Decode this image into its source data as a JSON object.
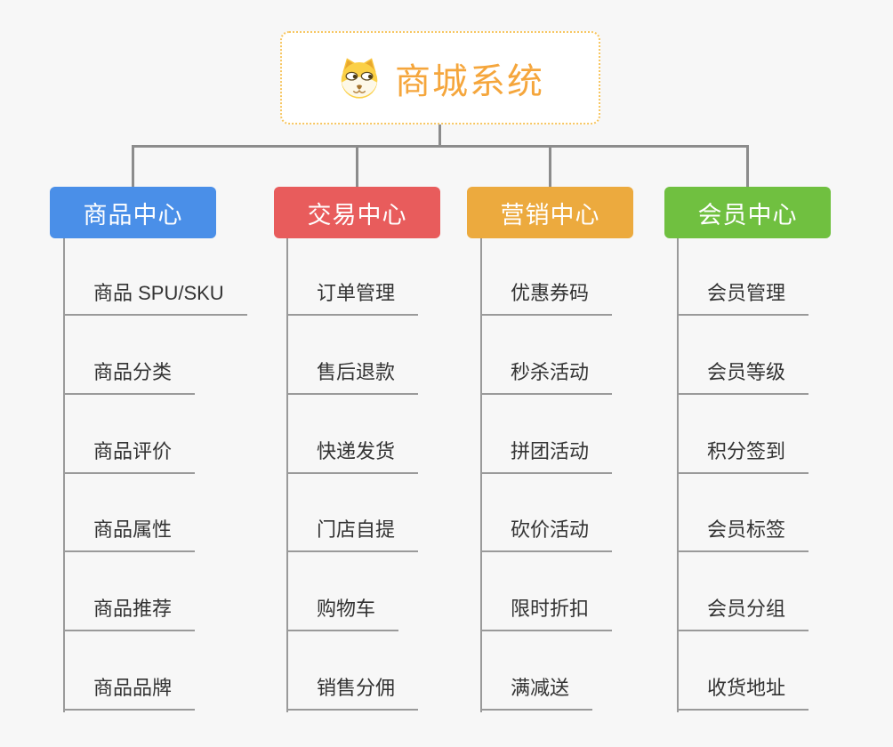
{
  "canvas": {
    "background": "#f7f7f7",
    "connector_color": "#8c8c8c",
    "child_line_color": "#9a9a9a",
    "child_text_color": "#333333"
  },
  "root": {
    "title": "商城系统",
    "text_color": "#f5a63c",
    "border_color": "#f7c661",
    "background": "#ffffff",
    "icon": "shiba-dog-icon"
  },
  "branches": [
    {
      "id": "product",
      "label": "商品中心",
      "color": "#4a8fe8",
      "children": [
        "商品 SPU/SKU",
        "商品分类",
        "商品评价",
        "商品属性",
        "商品推荐",
        "商品品牌"
      ]
    },
    {
      "id": "trade",
      "label": "交易中心",
      "color": "#e85c5c",
      "children": [
        "订单管理",
        "售后退款",
        "快递发货",
        "门店自提",
        "购物车",
        "销售分佣"
      ]
    },
    {
      "id": "marketing",
      "label": "营销中心",
      "color": "#ecaa3e",
      "children": [
        "优惠券码",
        "秒杀活动",
        "拼团活动",
        "砍价活动",
        "限时折扣",
        "满减送"
      ]
    },
    {
      "id": "member",
      "label": "会员中心",
      "color": "#70c040",
      "children": [
        "会员管理",
        "会员等级",
        "积分签到",
        "会员标签",
        "会员分组",
        "收货地址"
      ]
    }
  ]
}
